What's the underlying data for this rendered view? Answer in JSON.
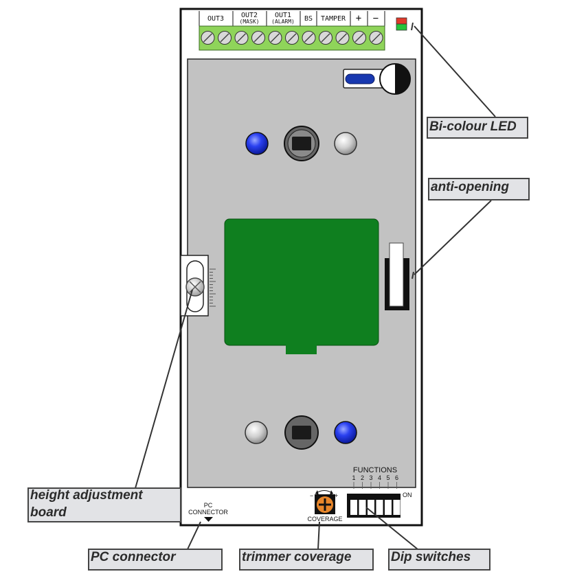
{
  "terminals": {
    "out3": "OUT3",
    "out2": "OUT2",
    "out2_sub": "(MASK)",
    "out1": "OUT1",
    "out1_sub": "(ALARM)",
    "bs": "BS",
    "tamper": "TAMPER",
    "plus": "+",
    "minus": "−"
  },
  "board": {
    "pc_connector_line1": "PC",
    "pc_connector_line2": "CONNECTOR",
    "coverage_label": "COVERAGE",
    "trimmer_minus": "−",
    "trimmer_plus": "+",
    "functions_label": "FUNCTIONS",
    "dip_numbers": [
      "1",
      "2",
      "3",
      "4",
      "5",
      "6"
    ],
    "dip_on_label": "ON"
  },
  "callouts": {
    "bicolour_led": "Bi-colour LED",
    "anti_opening": "anti-opening",
    "height_adjustment_line1": "height adjustment",
    "height_adjustment_line2": "board",
    "pc_connector": "PC connector",
    "trimmer_coverage": "trimmer coverage",
    "dip_switches": "Dip switches"
  },
  "colors": {
    "terminal_green": "#8fd45a",
    "pcb_green": "#0f7f1f",
    "board_grey": "#c2c2c2",
    "led_blue": "#1f35e0",
    "led_red": "#e03a2a",
    "led_green": "#25c43a",
    "trimmer_orange": "#e8862a",
    "callout_fill": "#e2e3e6"
  }
}
